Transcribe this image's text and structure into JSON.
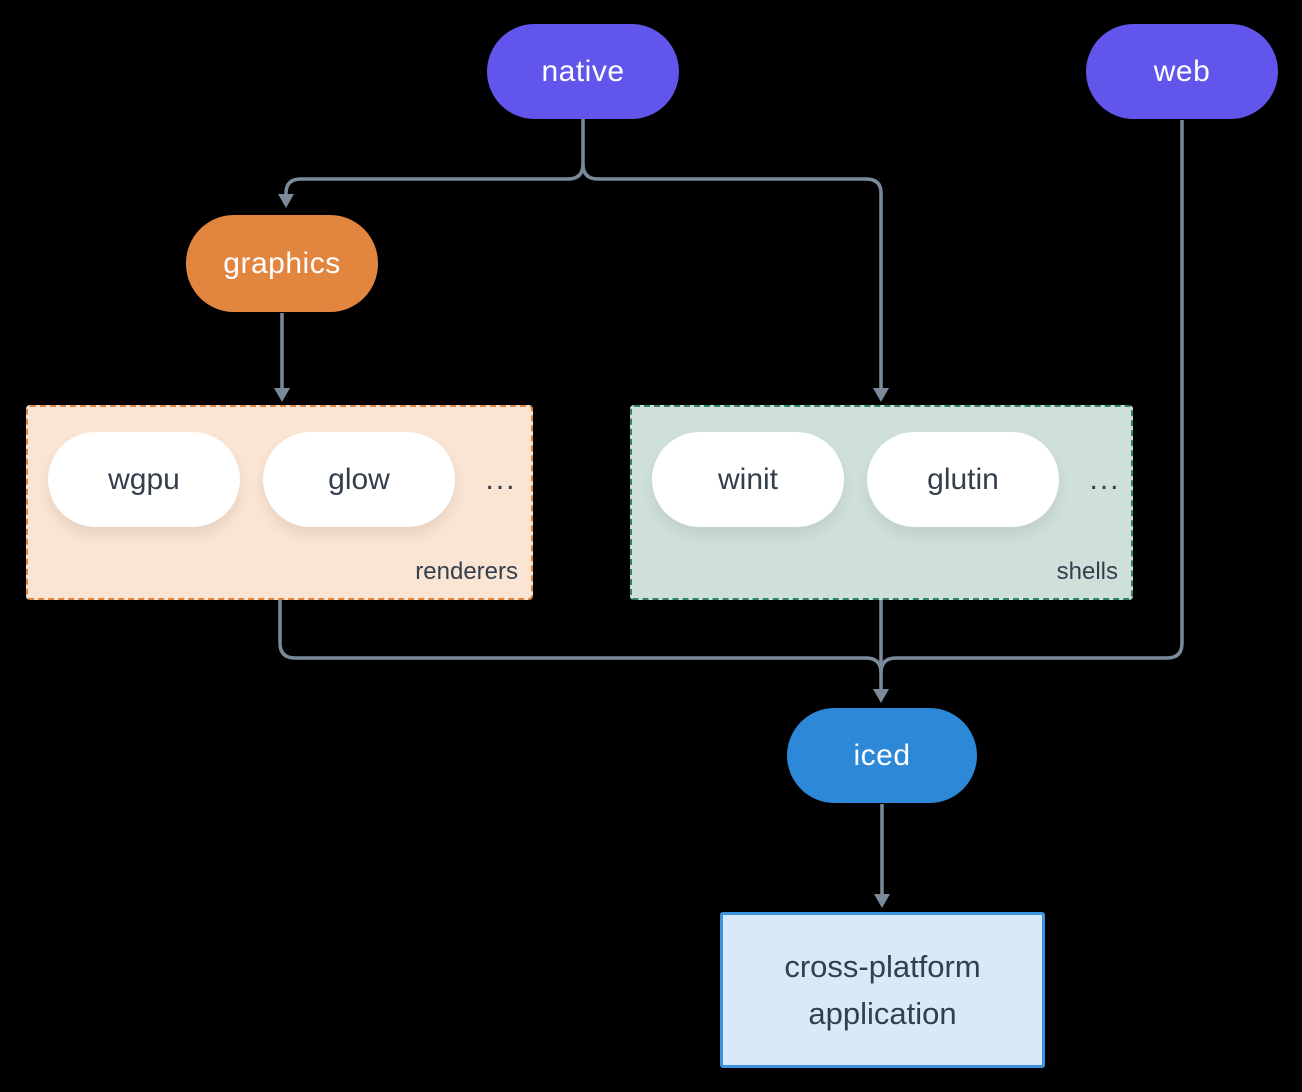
{
  "colors": {
    "background": "#000000",
    "purple": "#6155ec",
    "orange": "#e2853e",
    "blue": "#2d89d8",
    "peach-bg": "#fae4d3",
    "teal-border": "#2f8170",
    "green-bg": "#cfe0da",
    "app-bg": "#d8e9f8",
    "app-border": "#3b93de",
    "line": "#7a8a9a",
    "dark-text": "#333f4d",
    "pill-text": "#ffffff",
    "white": "#ffffff"
  },
  "nodes": {
    "native": "native",
    "web": "web",
    "graphics": "graphics",
    "iced": "iced",
    "app_line1": "cross-platform",
    "app_line2": "application"
  },
  "groups": {
    "renderers": {
      "label": "renderers",
      "items": [
        "wgpu",
        "glow"
      ],
      "more": "..."
    },
    "shells": {
      "label": "shells",
      "items": [
        "winit",
        "glutin"
      ],
      "more": "..."
    }
  }
}
